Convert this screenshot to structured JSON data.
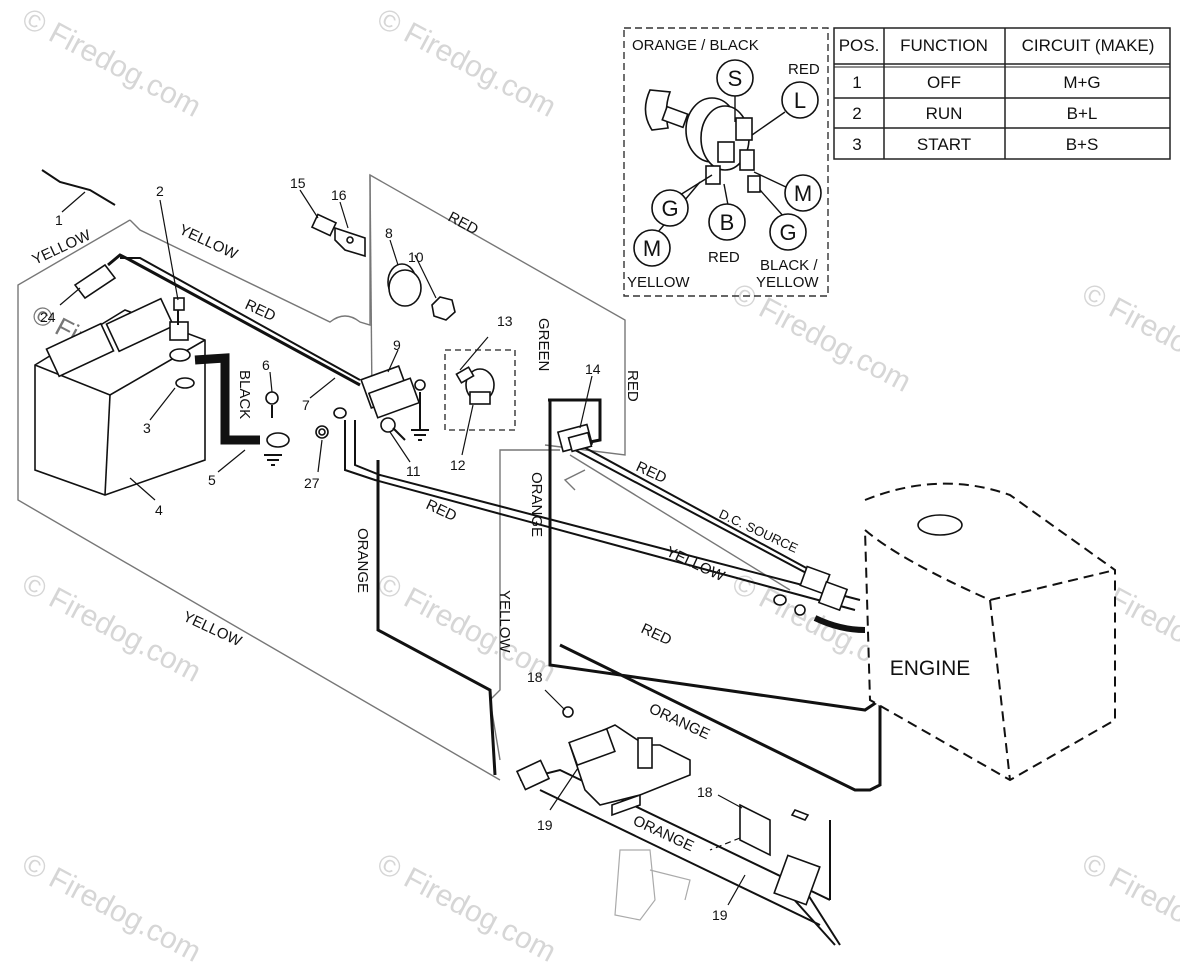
{
  "watermark": "© Firedog.com",
  "table": {
    "headers": [
      "POS.",
      "FUNCTION",
      "CIRCUIT (MAKE)"
    ],
    "rows": [
      [
        "1",
        "OFF",
        "M+G"
      ],
      [
        "2",
        "RUN",
        "B+L"
      ],
      [
        "3",
        "START",
        "B+S"
      ]
    ]
  },
  "switch_inset": {
    "orange_black": "ORANGE / BLACK",
    "red_top": "RED",
    "red_bottom": "RED",
    "yellow": "YELLOW",
    "black_yellow_1": "BLACK /",
    "black_yellow_2": "YELLOW",
    "terminals": [
      "S",
      "L",
      "M",
      "G",
      "B",
      "M",
      "G"
    ]
  },
  "wire_labels": {
    "yellow_1": "YELLOW",
    "yellow_2": "YELLOW",
    "yellow_3": "YELLOW",
    "yellow_4": "YELLOW",
    "yellow_5": "YELLOW",
    "red_1": "RED",
    "red_2": "RED",
    "red_3": "RED",
    "red_4": "RED",
    "red_5": "RED",
    "red_6": "RED",
    "black": "BLACK",
    "green": "GREEN",
    "orange_1": "ORANGE",
    "orange_2": "ORANGE",
    "orange_3": "ORANGE",
    "orange_4": "ORANGE",
    "dc_source": "D.C. SOURCE",
    "engine": "ENGINE"
  },
  "callouts": {
    "c1": "1",
    "c2": "2",
    "c3": "3",
    "c4": "4",
    "c5": "5",
    "c6": "6",
    "c7": "7",
    "c8": "8",
    "c9": "9",
    "c10": "10",
    "c11": "11",
    "c12": "12",
    "c13": "13",
    "c14": "14",
    "c15": "15",
    "c16": "16",
    "c18a": "18",
    "c18b": "18",
    "c19a": "19",
    "c19b": "19",
    "c24": "24",
    "c27": "27"
  }
}
